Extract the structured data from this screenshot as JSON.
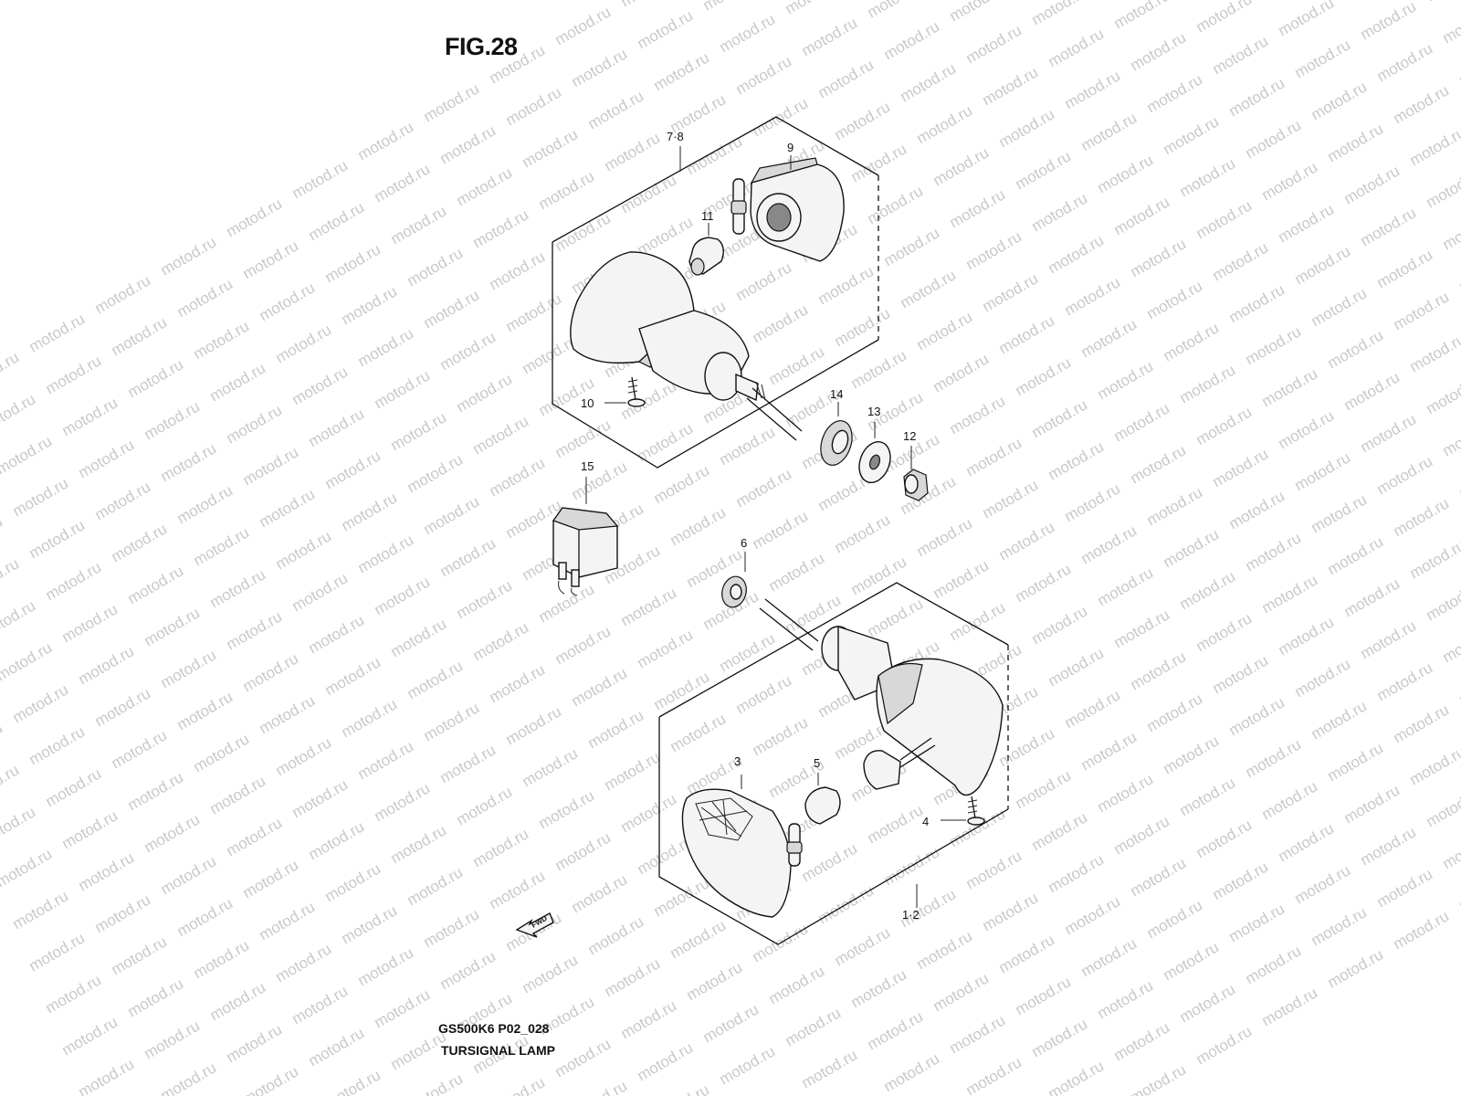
{
  "figure": {
    "title": "FIG.28",
    "model_code": "GS500K6 P02_028",
    "caption": "TURSIGNAL LAMP",
    "watermark": "motod.ru"
  },
  "callouts": [
    {
      "id": "c78",
      "text": "7·8"
    },
    {
      "id": "c9",
      "text": "9"
    },
    {
      "id": "c11",
      "text": "11"
    },
    {
      "id": "c10",
      "text": "10"
    },
    {
      "id": "c14",
      "text": "14"
    },
    {
      "id": "c13",
      "text": "13"
    },
    {
      "id": "c12",
      "text": "12"
    },
    {
      "id": "c15",
      "text": "15"
    },
    {
      "id": "c6",
      "text": "6"
    },
    {
      "id": "c3",
      "text": "3"
    },
    {
      "id": "c5",
      "text": "5"
    },
    {
      "id": "c4",
      "text": "4"
    },
    {
      "id": "c12b",
      "text": "1·2"
    }
  ],
  "direction_marker": {
    "text": "FWD",
    "icon": "forward-arrow-icon"
  }
}
